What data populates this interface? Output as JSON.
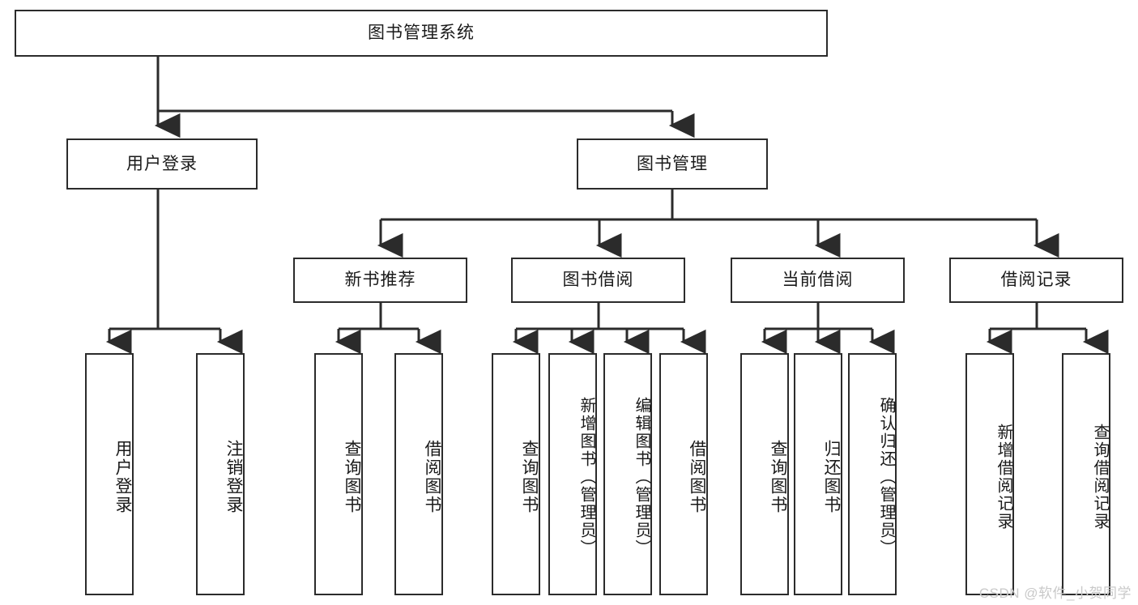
{
  "diagram": {
    "title": "图书管理系统",
    "type": "functional-structure-tree",
    "watermark": "CSDN @软件_小贺同学",
    "colors": {
      "stroke": "#2b2b2b",
      "background": "#ffffff",
      "text": "#1a1a1a",
      "watermark": "#c9c9c9"
    },
    "levels": {
      "root": {
        "label": "图书管理系统"
      },
      "level1": [
        {
          "label": "用户登录"
        },
        {
          "label": "图书管理"
        }
      ],
      "level2": [
        {
          "label": "新书推荐"
        },
        {
          "label": "图书借阅"
        },
        {
          "label": "当前借阅"
        },
        {
          "label": "借阅记录"
        }
      ],
      "leaves": {
        "user_login": [
          {
            "label": "用户登录"
          },
          {
            "label": "注销登录"
          }
        ],
        "new_book_recommend": [
          {
            "label": "查询图书"
          },
          {
            "label": "借阅图书"
          }
        ],
        "book_borrow": [
          {
            "label": "查询图书"
          },
          {
            "label": "新增图书（管理员）"
          },
          {
            "label": "编辑图书（管理员）"
          },
          {
            "label": "借阅图书"
          }
        ],
        "current_borrow": [
          {
            "label": "查询图书"
          },
          {
            "label": "归还图书"
          },
          {
            "label": "确认归还（管理员）"
          }
        ],
        "borrow_record": [
          {
            "label": "新增借阅记录"
          },
          {
            "label": "查询借阅记录"
          }
        ]
      }
    }
  }
}
